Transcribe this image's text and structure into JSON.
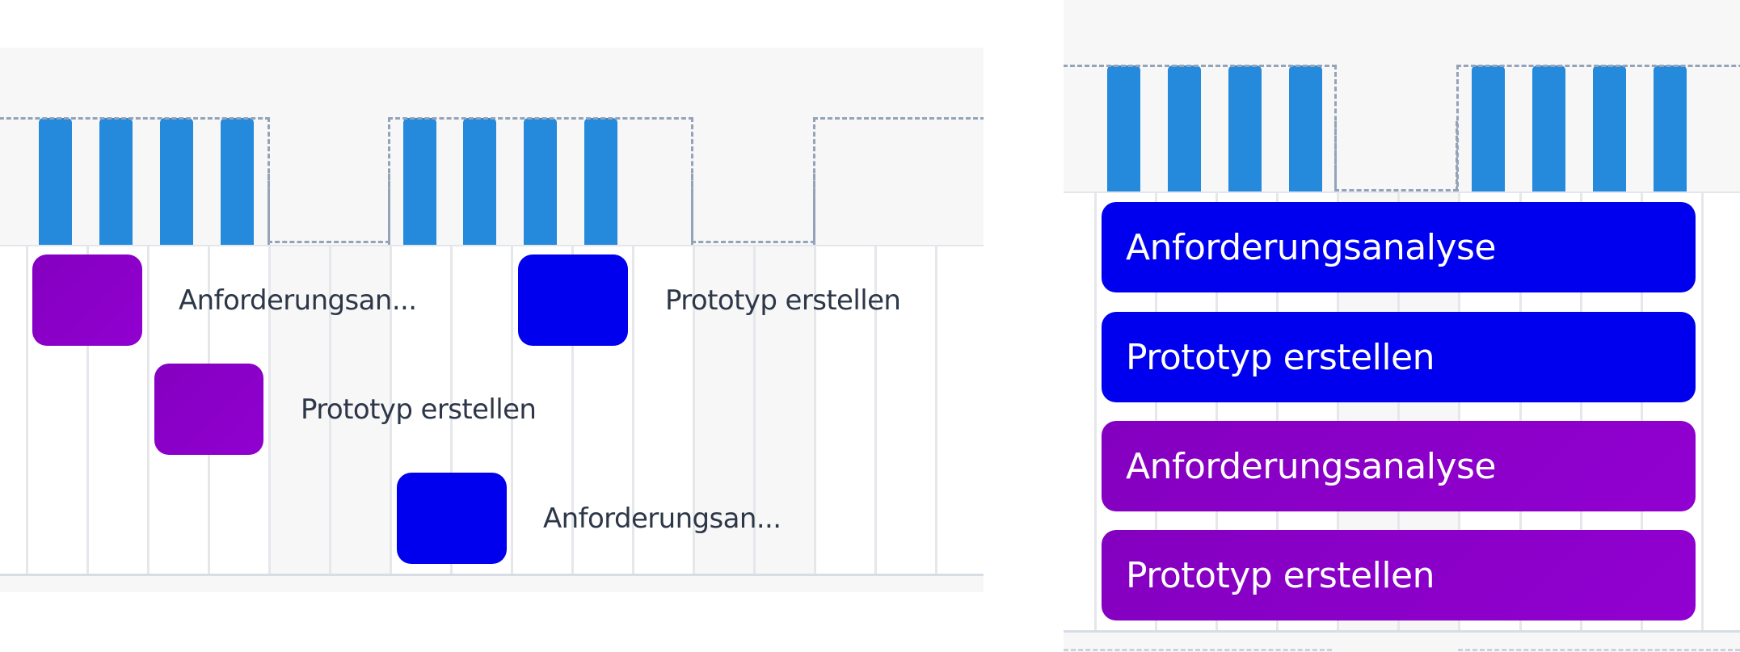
{
  "colors": {
    "day_bar": "#2589dc",
    "task_purple": "#8b00c9",
    "task_blue": "#0000ee",
    "header_bg": "#f7f7f7",
    "week_frame": "#94a3b8",
    "label_text": "#2d3748"
  },
  "left_view": {
    "mode": "compact-timeline",
    "tasks": [
      {
        "label": "Anforderungsan...",
        "color": "purple",
        "row": 1
      },
      {
        "label": "Prototyp erstellen",
        "color": "blue",
        "row": 1
      },
      {
        "label": "Prototyp erstellen",
        "color": "purple",
        "row": 2
      },
      {
        "label": "Anforderungsan...",
        "color": "blue",
        "row": 3
      }
    ]
  },
  "right_view": {
    "mode": "stacked-list",
    "tasks": [
      {
        "label": "Anforderungsanalyse",
        "color": "blue"
      },
      {
        "label": "Prototyp erstellen",
        "color": "blue"
      },
      {
        "label": "Anforderungsanalyse",
        "color": "purple"
      },
      {
        "label": "Prototyp erstellen",
        "color": "purple"
      }
    ]
  }
}
